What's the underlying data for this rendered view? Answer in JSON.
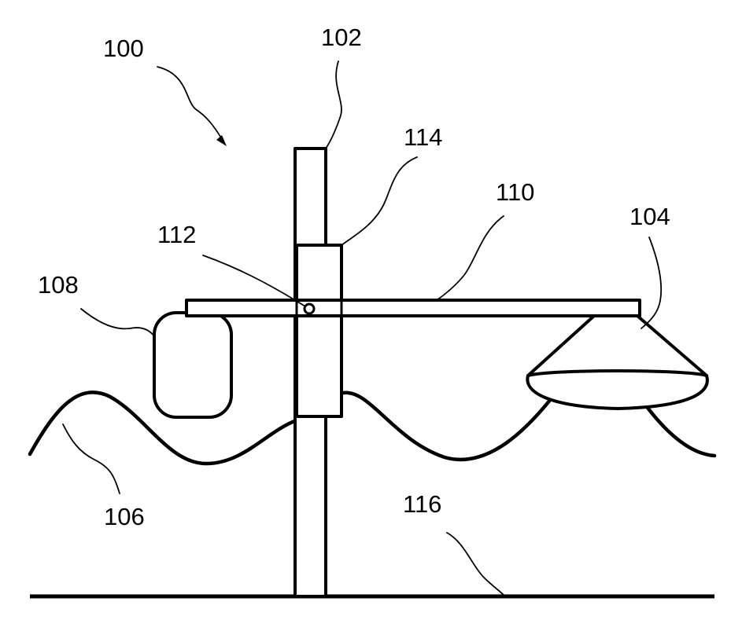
{
  "labels": {
    "system": "100",
    "pole": "102",
    "float_device": "104",
    "water_surface": "106",
    "counterweight": "108",
    "beam": "110",
    "pivot": "112",
    "collar": "114",
    "ground": "116"
  }
}
